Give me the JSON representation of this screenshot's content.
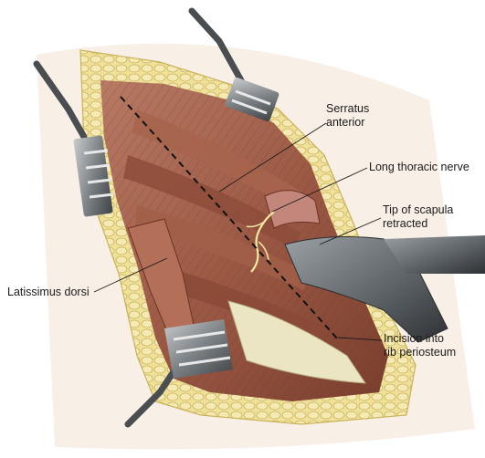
{
  "labels": {
    "serratus_anterior": [
      "Serratus",
      "anterior"
    ],
    "long_thoracic_nerve": [
      "Long thoracic nerve"
    ],
    "tip_of_scapula": [
      "Tip of scapula",
      "retracted"
    ],
    "latissimus_dorsi": [
      "Latissimus dorsi"
    ],
    "incision": [
      "Incision into",
      "rib periosteum"
    ]
  },
  "colors": {
    "skin": "#f2e4d8",
    "fat": "#e8d68a",
    "muscle": "#9c5a45",
    "muscle_dark": "#6b3326",
    "periosteum": "#e8e2c0",
    "nerve": "#f4e9a0",
    "retractor": "#6f7478"
  }
}
